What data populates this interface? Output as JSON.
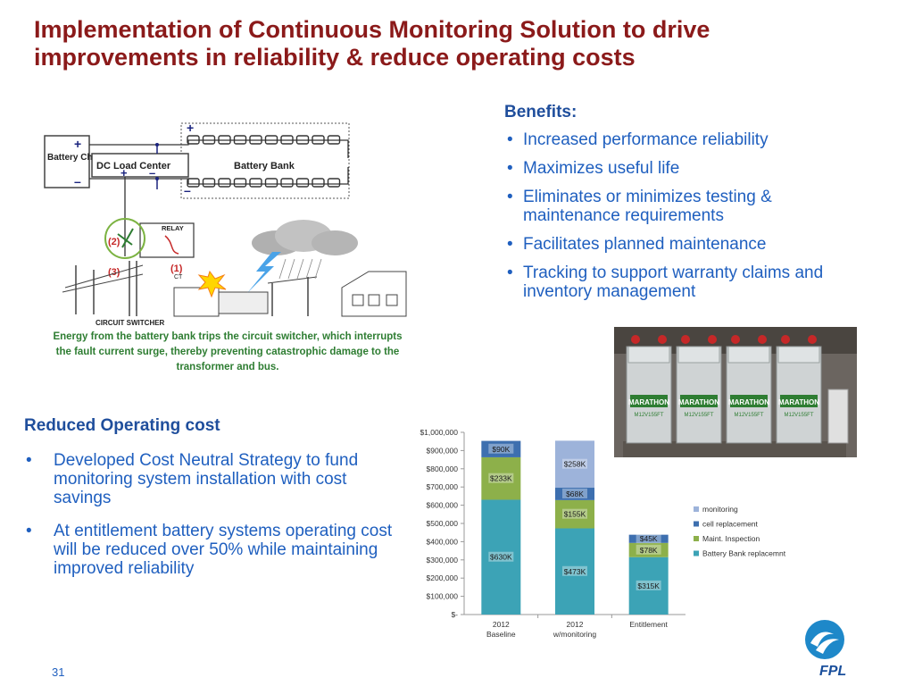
{
  "title": {
    "line1": "Implementation of Continuous Monitoring Solution to drive",
    "line2": "improvements in reliability & reduce operating costs"
  },
  "benefits": {
    "heading": "Benefits:",
    "items": [
      "Increased performance reliability",
      "Maximizes useful life",
      "Eliminates or minimizes testing & maintenance requirements",
      "Facilitates planned maintenance",
      "Tracking to support warranty claims and inventory management"
    ]
  },
  "diagram": {
    "battery_charger": "Battery Charger",
    "dc_load_center": "DC Load Center",
    "battery_bank": "Battery Bank",
    "relay": "RELAY",
    "circuit_switcher": "CIRCUIT SWITCHER",
    "ct": "CT",
    "step1": "(1)",
    "step2": "(2)",
    "step3": "(3)",
    "plus": "+",
    "minus": "–",
    "caption": "Energy from the  battery bank trips the circuit switcher, which interrupts the fault current surge, thereby preventing catastrophic damage to the transformer and bus."
  },
  "photo": {
    "brand": "MARATHON",
    "model": "M12V155FT"
  },
  "reduced_cost": {
    "heading": "Reduced Operating cost",
    "items": [
      "Developed Cost Neutral Strategy to fund monitoring system installation with cost savings",
      "At entitlement battery systems operating cost will be reduced over 50% while maintaining improved reliability"
    ]
  },
  "chart_data": {
    "type": "bar",
    "stacked": true,
    "categories": [
      "2012 Baseline",
      "2012 w/monitoring",
      "Entitlement"
    ],
    "series": [
      {
        "name": "Battery Bank replacemnt",
        "values": [
          630,
          473,
          315
        ],
        "labels": [
          "$630K",
          "$473K",
          "$315K"
        ],
        "color": "#3ca3b6"
      },
      {
        "name": "Maint. Inspection",
        "values": [
          233,
          155,
          78
        ],
        "labels": [
          "$233K",
          "$155K",
          "$78K"
        ],
        "color": "#8db04a"
      },
      {
        "name": "cell replacement",
        "values": [
          90,
          68,
          45
        ],
        "labels": [
          "$90K",
          "$68K",
          "$45K"
        ],
        "color": "#3d6faf"
      },
      {
        "name": "monitoring",
        "values": [
          0,
          258,
          0
        ],
        "labels": [
          "",
          "$258K",
          ""
        ],
        "color": "#9db3da"
      }
    ],
    "legend_order": [
      "monitoring",
      "cell replacement",
      "Maint. Inspection",
      "Battery Bank replacemnt"
    ],
    "y_ticks": [
      "$-",
      "$100,000",
      "$200,000",
      "$300,000",
      "$400,000",
      "$500,000",
      "$600,000",
      "$700,000",
      "$800,000",
      "$900,000",
      "$1,000,000"
    ],
    "ylim": [
      0,
      1000
    ],
    "legend_position": "right"
  },
  "logo": {
    "text": "FPL"
  },
  "page_number": "31"
}
